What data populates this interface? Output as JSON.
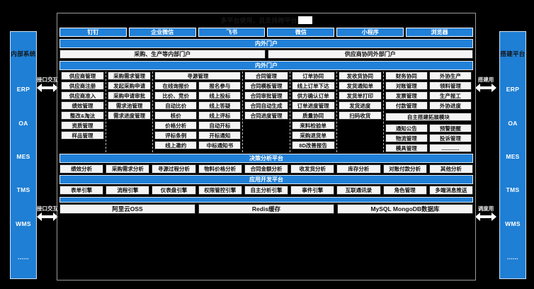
{
  "title": "多平台使用，且支持跨平台",
  "colors": {
    "brand": "#2080d8",
    "sidebar": "#1f7fd4",
    "cell_bg": "#f4f4f4",
    "page_bg": "#000000"
  },
  "left_sidebar": {
    "items": [
      "内部系统",
      "ERP",
      "OA",
      "MES",
      "TMS",
      "WMS",
      "......"
    ]
  },
  "right_sidebar": {
    "items": [
      "搭建平台",
      "ERP",
      "OA",
      "MES",
      "TMS",
      "WMS",
      "......"
    ]
  },
  "connectors": {
    "left_top": "接口交互",
    "left_bottom": "接口交互",
    "right_top": "搭建用",
    "right_bottom": "调度用"
  },
  "tabs": [
    "钉钉",
    "企业微信",
    "飞书",
    "微信",
    "小程序",
    "浏览器"
  ],
  "portal": {
    "header": "内外门户",
    "items": [
      "采购、生产等内部门户",
      "供应商协同外部门户"
    ]
  },
  "modules": {
    "header": "内外门户",
    "columns": [
      {
        "head": "供应商管理",
        "items": [
          "供应商注册",
          "供应商准入",
          "绩效管理",
          "整改&淘汰",
          "资质管理",
          "样品管理"
        ]
      },
      {
        "head": "采购需求管理",
        "items": [
          "发起采购申请",
          "采购申请审批",
          "需求池管理",
          "需求进度管理"
        ]
      },
      {
        "head": "寻源管理",
        "span": 2,
        "left": [
          "在线询报价",
          "比价、竞价",
          "自动比价",
          "核价",
          "价格分析",
          "评标条例",
          "线上邀约"
        ],
        "right": [
          "报名参与",
          "线上投标",
          "线上答疑",
          "线上评标",
          "自动开标",
          "开标通知",
          "中标通知书"
        ]
      },
      {
        "head": "合同管理",
        "items": [
          "合同模板管理",
          "合同审批管理",
          "合同自动生成",
          "合同进度管理"
        ]
      },
      {
        "head": "订单协同",
        "items": [
          "线上订单下达",
          "供方确认订单",
          "订单进度管理",
          "质量协同",
          "来料检验单",
          "采购退货单",
          "8D改善报告"
        ]
      },
      {
        "head": "发收货协同",
        "items": [
          "发货通知单",
          "发货单打印",
          "发货进度",
          "扫码收货"
        ]
      },
      {
        "head": "财务协同",
        "items": [
          "对账管理",
          "发票管理",
          "付款管理"
        ]
      },
      {
        "head": "外协生产",
        "items": [
          "领料管理",
          "生产报工",
          "外协进度"
        ]
      }
    ],
    "extension": {
      "head": "自主搭建拓展模块",
      "left": [
        "通知公告",
        "物流管理",
        "模具管理"
      ],
      "right": [
        "预警提醒",
        "投诉管理",
        "............"
      ]
    }
  },
  "decision": {
    "header": "决策分析平台",
    "items": [
      "绩效分析",
      "采购需求分析",
      "寻源过程分析",
      "物料价格分析",
      "合同金额分析",
      "收发货分析",
      "库存分析",
      "对账付款分析",
      "其他分析"
    ]
  },
  "appdev": {
    "header": "应用开发平台",
    "items": [
      "表单引擎",
      "流程引擎",
      "仪表盘引擎",
      "权限管控引擎",
      "自主分析引擎",
      "事件引擎",
      "互联通讯录",
      "角色管理",
      "多端消息推送"
    ]
  },
  "infra": {
    "items": [
      "阿里云OSS",
      "Redis缓存",
      "MySQL MongoDB数据库"
    ]
  }
}
